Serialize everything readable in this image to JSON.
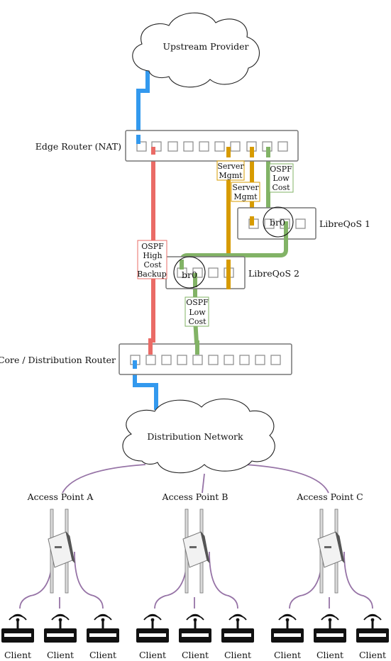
{
  "nodes": {
    "upstream": "Upstream Provider",
    "edge_router": "Edge Router (NAT)",
    "libreqos1": "LibreQoS 1",
    "libreqos2": "LibreQoS 2",
    "bridge1": "br0",
    "bridge2": "br0",
    "core_router": "Core / Distribution Router",
    "distribution": "Distribution Network"
  },
  "links": {
    "server_mgmt": [
      "Server",
      "Mgmt"
    ],
    "ospf_low_cost": [
      "OSPF",
      "Low",
      "Cost"
    ],
    "ospf_high_cost_backup": [
      "OSPF",
      "High",
      "Cost",
      "Backup"
    ]
  },
  "access_points": [
    "Access Point A",
    "Access Point B",
    "Access Point C"
  ],
  "client_label": "Client",
  "colors": {
    "upstream_link": "#3399ee",
    "backup_link": "#ea6b66",
    "mgmt_link": "#d79b00",
    "ospf_link": "#82b366",
    "wireless_link": "#9673a6"
  }
}
